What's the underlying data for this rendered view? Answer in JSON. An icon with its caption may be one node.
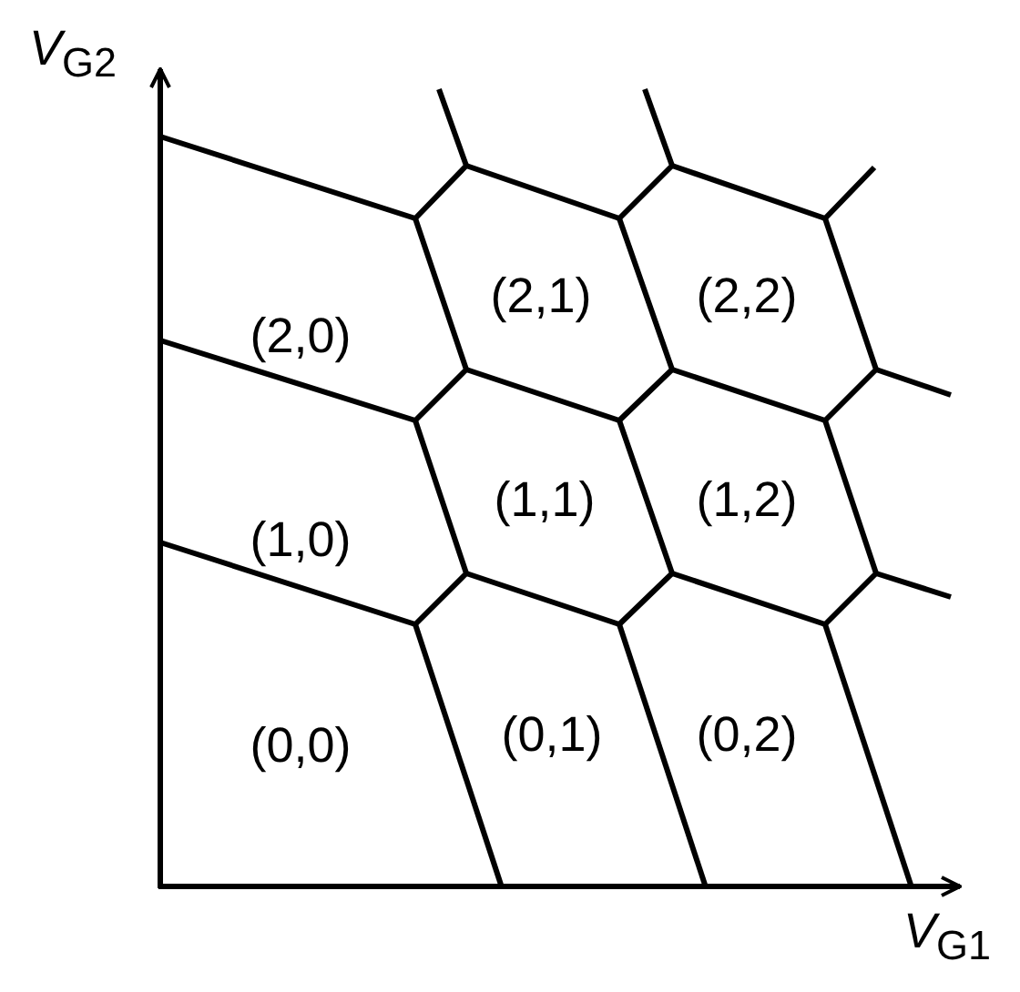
{
  "diagram": {
    "labels": [
      "*V*$_{G2}$",
      "(2,0)",
      "(2,1)",
      "(2,2)",
      "(1,0)",
      "(1,1)",
      "(1,2)",
      "(0,0)",
      "(0,1)",
      "(0,2)",
      "*V*$_{G1}$"
    ]
  }
}
